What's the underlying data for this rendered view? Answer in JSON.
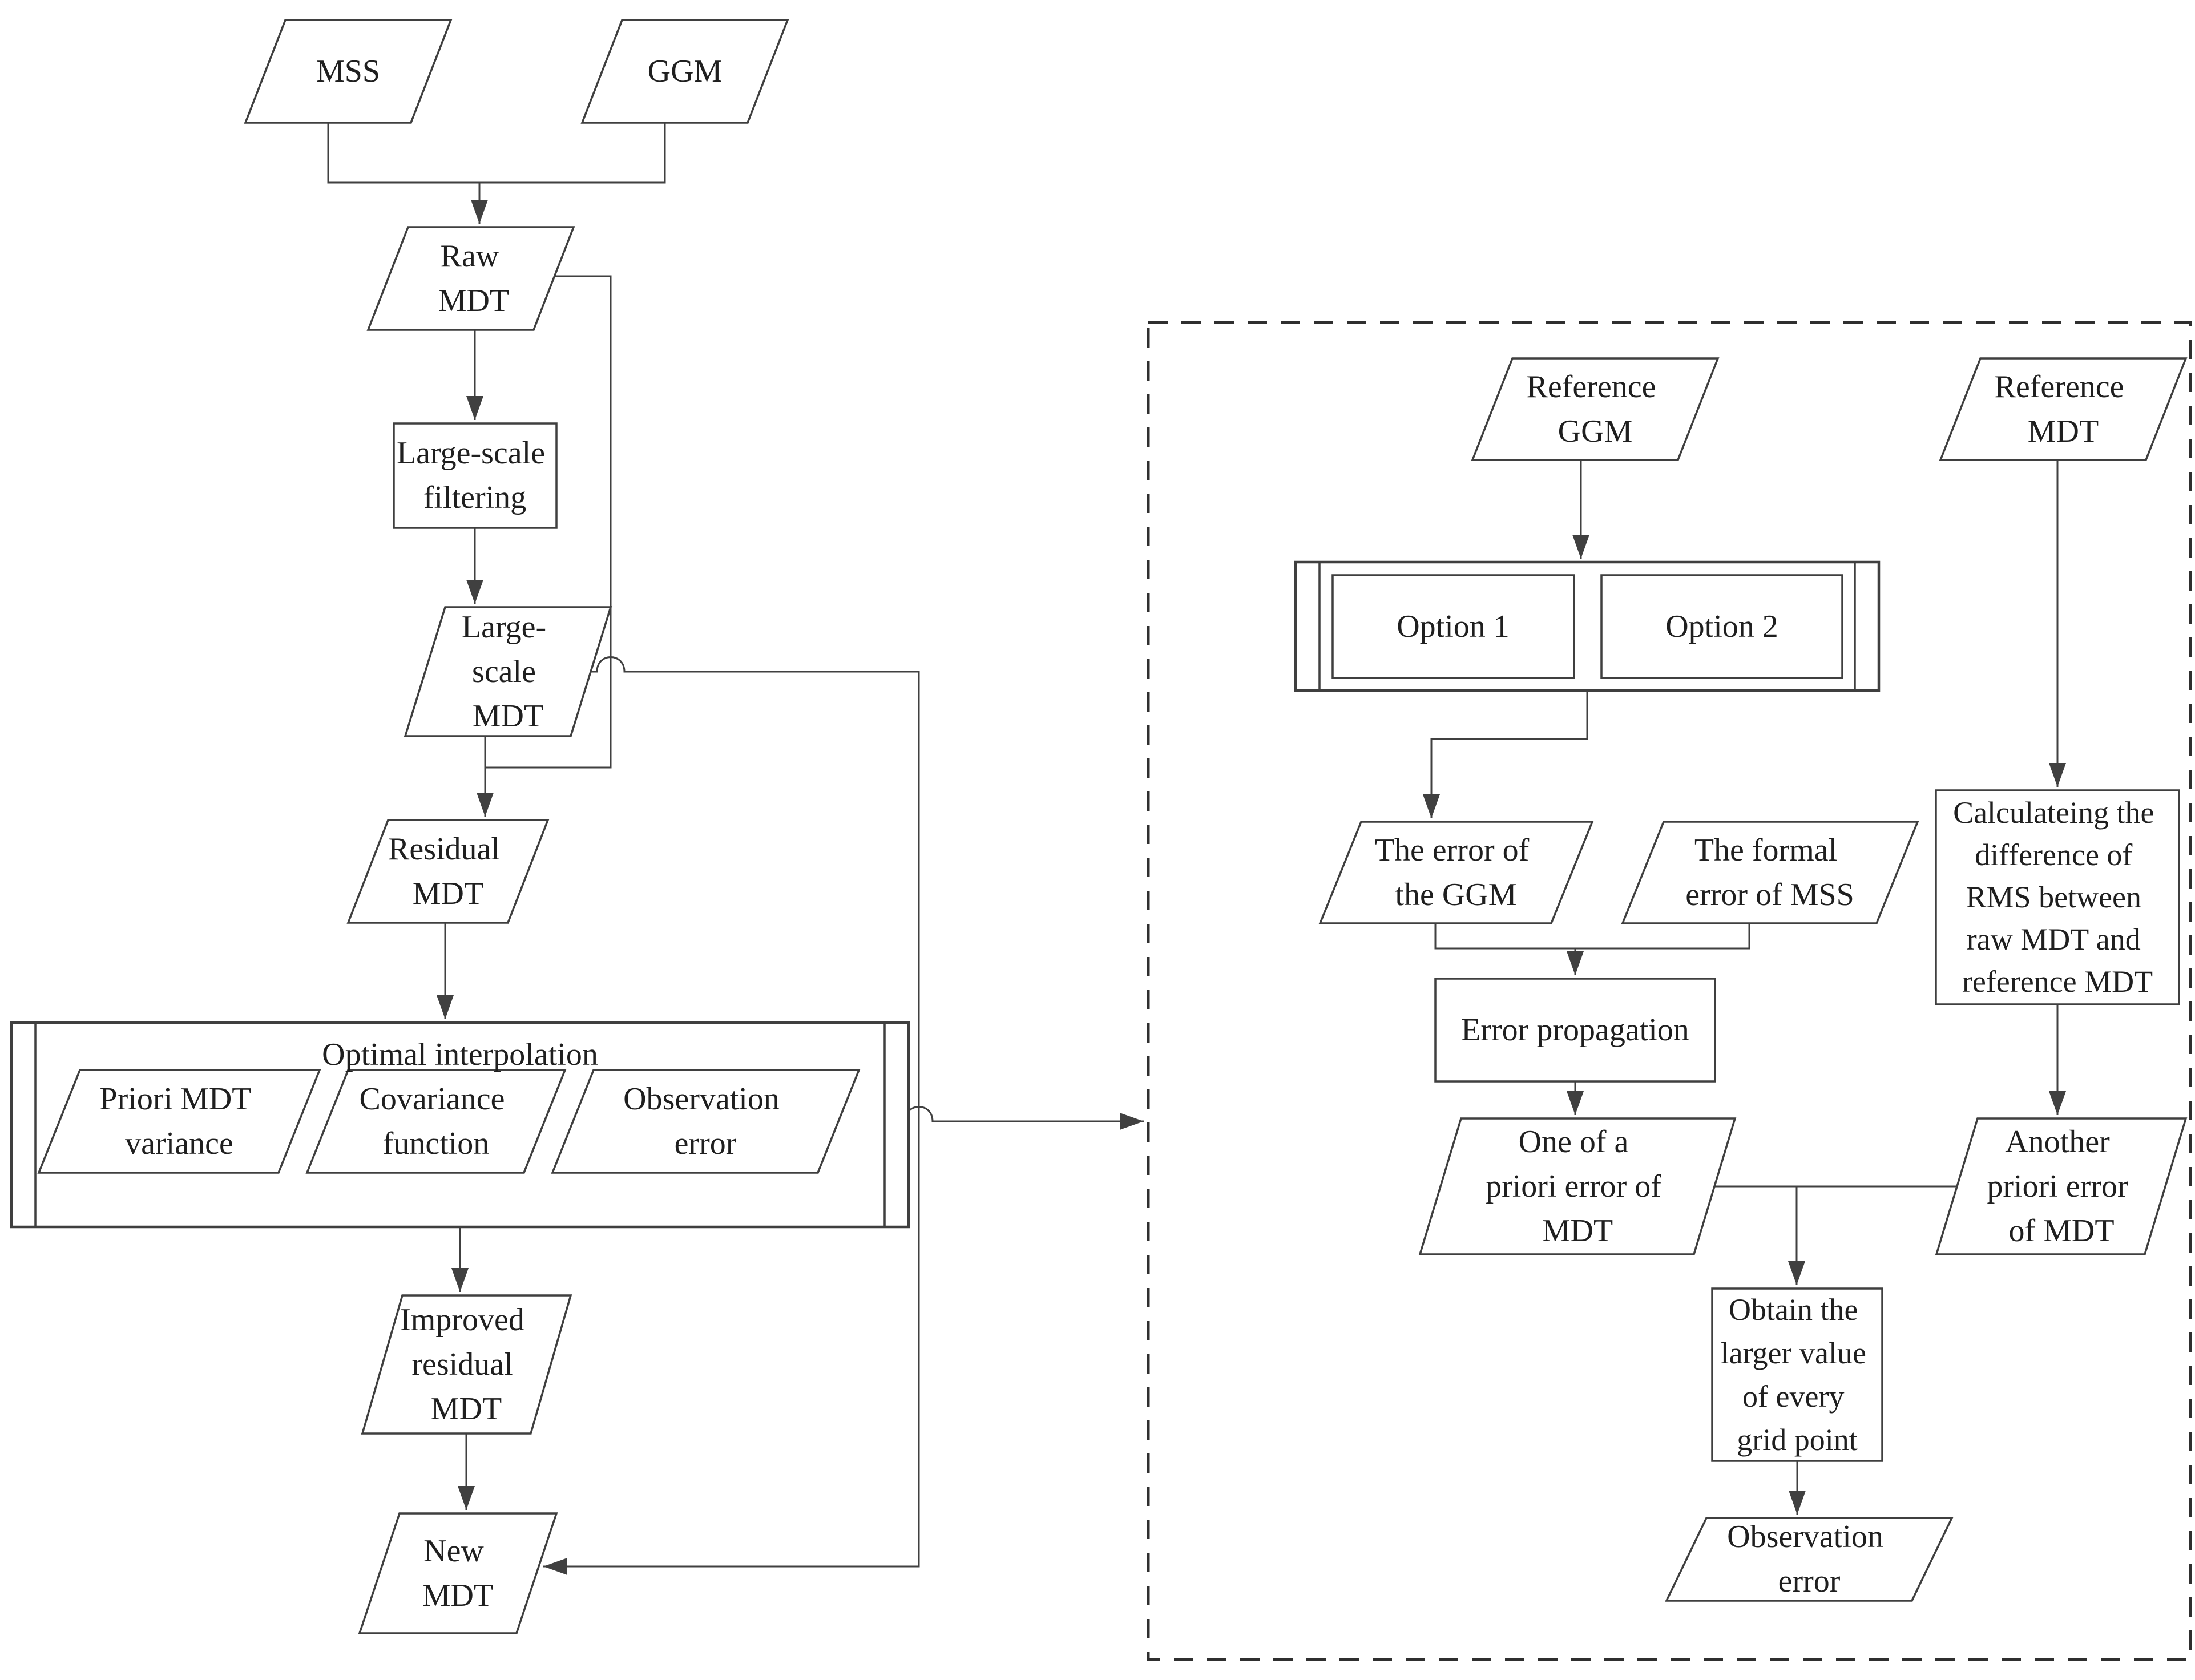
{
  "diagram": {
    "type": "flowchart",
    "colors": {
      "background": "#ffffff",
      "stroke": "#3f3f3f",
      "text": "#1f1f1f"
    },
    "nodes": {
      "mss": {
        "shape": "parallelogram",
        "lines": [
          "MSS"
        ]
      },
      "ggm": {
        "shape": "parallelogram",
        "lines": [
          "GGM"
        ]
      },
      "raw_mdt": {
        "shape": "parallelogram",
        "lines": [
          "Raw",
          "MDT"
        ]
      },
      "large_scale_filtering": {
        "shape": "rectangle",
        "lines": [
          "Large-scale",
          "filtering"
        ]
      },
      "large_scale_mdt": {
        "shape": "parallelogram",
        "lines": [
          "Large-",
          "scale",
          "MDT"
        ]
      },
      "residual_mdt": {
        "shape": "parallelogram",
        "lines": [
          "Residual",
          "MDT"
        ]
      },
      "optimal_interpolation": {
        "shape": "predefined-process",
        "title": "Optimal interpolation"
      },
      "priori_mdt_variance": {
        "shape": "parallelogram",
        "lines": [
          "Priori MDT",
          "variance"
        ]
      },
      "covariance_function": {
        "shape": "parallelogram",
        "lines": [
          "Covariance",
          "function"
        ]
      },
      "observation_error_left": {
        "shape": "parallelogram",
        "lines": [
          "Observation",
          "error"
        ]
      },
      "improved_residual_mdt": {
        "shape": "parallelogram",
        "lines": [
          "Improved",
          "residual",
          "MDT"
        ]
      },
      "new_mdt": {
        "shape": "parallelogram",
        "lines": [
          "New",
          "MDT"
        ]
      },
      "reference_ggm": {
        "shape": "parallelogram",
        "lines": [
          "Reference",
          "GGM"
        ]
      },
      "reference_mdt": {
        "shape": "parallelogram",
        "lines": [
          "Reference",
          "MDT"
        ]
      },
      "option_1": {
        "shape": "rectangle",
        "lines": [
          "Option 1"
        ]
      },
      "option_2": {
        "shape": "rectangle",
        "lines": [
          "Option 2"
        ]
      },
      "error_of_ggm": {
        "shape": "parallelogram",
        "lines": [
          "The error of",
          "the GGM"
        ]
      },
      "formal_error_of_mss": {
        "shape": "parallelogram",
        "lines": [
          "The formal",
          "error of MSS"
        ]
      },
      "error_propagation": {
        "shape": "rectangle",
        "lines": [
          "Error propagation"
        ]
      },
      "calc_rms_difference": {
        "shape": "rectangle",
        "lines": [
          "Calculateing the",
          "difference of",
          "RMS between",
          "raw MDT and",
          "reference MDT"
        ]
      },
      "one_priori_error": {
        "shape": "parallelogram",
        "lines": [
          "One of a",
          "priori error of",
          "MDT"
        ]
      },
      "another_priori_error": {
        "shape": "parallelogram",
        "lines": [
          "Another",
          "priori error",
          "of MDT"
        ]
      },
      "obtain_larger_value": {
        "shape": "rectangle",
        "lines": [
          "Obtain the",
          "larger value",
          "of every",
          "grid point"
        ]
      },
      "observation_error_right": {
        "shape": "parallelogram",
        "lines": [
          "Observation",
          "error"
        ]
      }
    }
  }
}
